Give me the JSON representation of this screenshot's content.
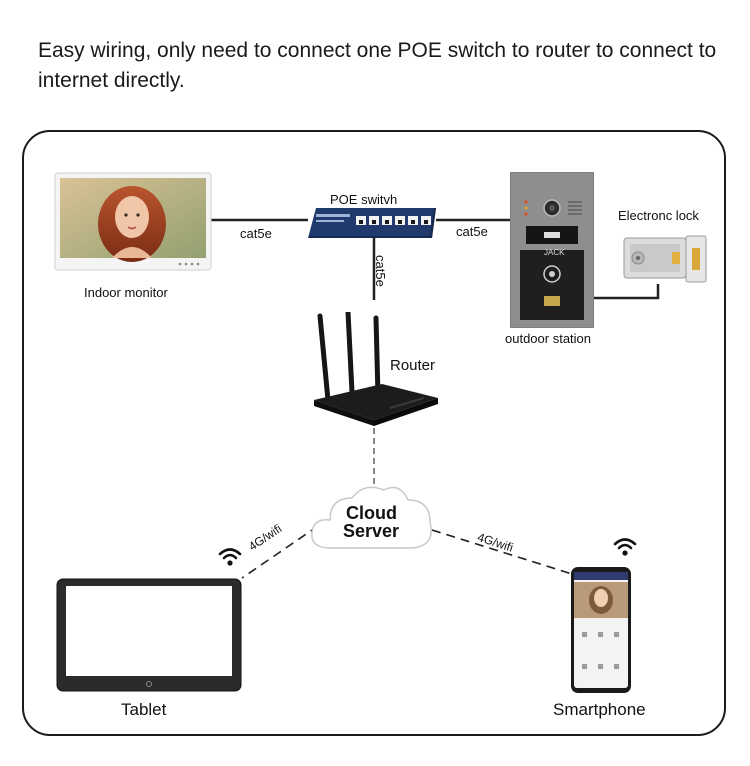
{
  "headline": "Easy wiring, only need to connect one POE switch to router to connect to internet directly.",
  "nodes": {
    "indoor_monitor": "Indoor monitor",
    "poe_switch": "POE switvh",
    "outdoor_station": "outdoor station",
    "electronic_lock": "Electronc lock",
    "router": "Router",
    "cloud_line1": "Cloud",
    "cloud_line2": "Server",
    "tablet": "Tablet",
    "smartphone": "Smartphone"
  },
  "links": {
    "monitor_switch": "cat5e",
    "switch_station": "cat5e",
    "switch_router": "cat5e",
    "cloud_tablet": "4G/wifi",
    "cloud_phone": "4G/wifi"
  },
  "outdoor_station_badge": "JACK",
  "icons": [
    "wifi-icon",
    "wifi-icon"
  ],
  "colors": {
    "line": "#222222",
    "station": "#8e8e8e",
    "switch": "#2a4a86"
  }
}
